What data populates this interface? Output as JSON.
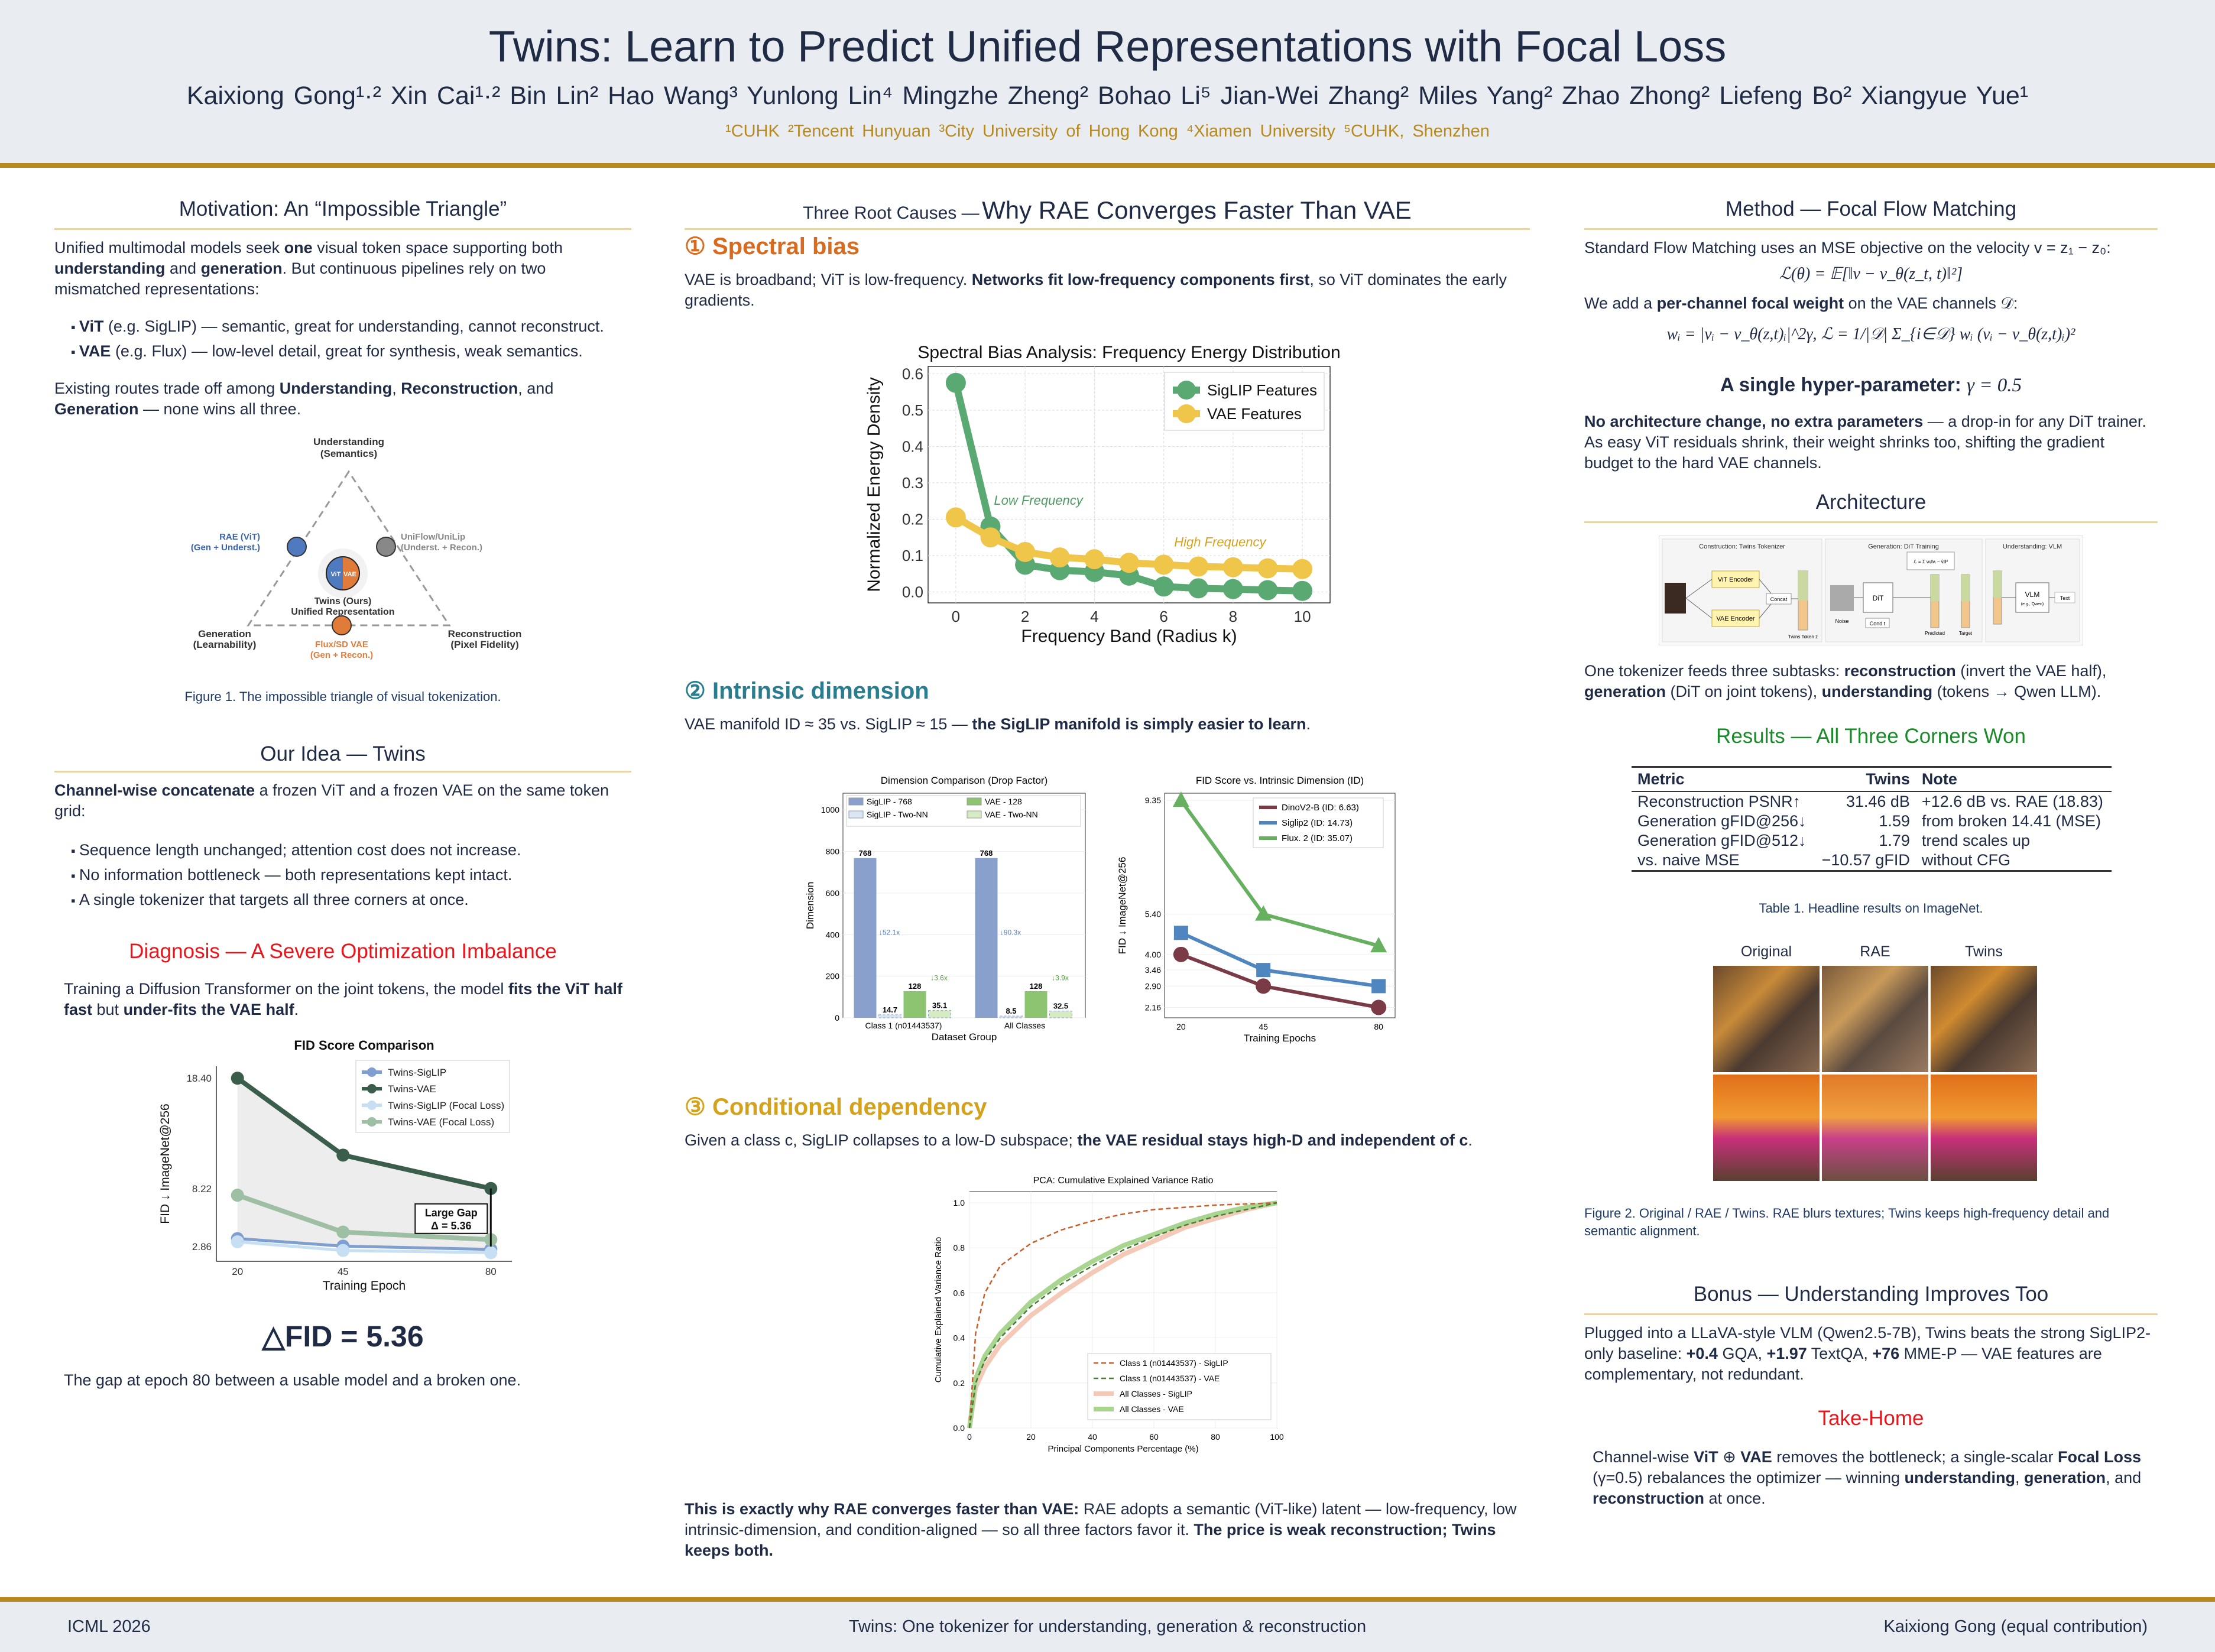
{
  "header": {
    "title": "Twins: Learn to Predict Unified Representations with Focal Loss",
    "authors": "Kaixiong Gong¹·² Xin Cai¹·² Bin Lin² Hao Wang³ Yunlong Lin⁴ Mingzhe Zheng² Bohao Li⁵ Jian-Wei Zhang² Miles Yang² Zhao Zhong² Liefeng Bo² Xiangyue Yue¹",
    "affiliations": "¹CUHK ²Tencent Hunyuan ³City University of Hong Kong ⁴Xiamen University ⁵CUHK, Shenzhen"
  },
  "footer": {
    "left": "ICML 2026",
    "center": "Twins: One tokenizer for understanding, generation & reconstruction",
    "right": "Kaixiong Gong (equal contribution)"
  },
  "col1": {
    "motivation_title": "Motivation: An “Impossible Triangle”",
    "motivation_p1_a": "Unified multimodal models seek ",
    "motivation_p1_b": "one",
    "motivation_p1_c": " visual token space supporting both ",
    "motivation_p1_d": "understanding",
    "motivation_p1_e": " and ",
    "motivation_p1_f": "generation",
    "motivation_p1_g": ". But continuous pipelines rely on two mismatched representations:",
    "bullet1_b": "ViT",
    "bullet1": " (e.g. SigLIP) — semantic, great for understanding, cannot reconstruct.",
    "bullet2_b": "VAE",
    "bullet2": " (e.g. Flux) — low-level detail, great for synthesis, weak semantics.",
    "motivation_p2_a": "Existing routes trade off among ",
    "motivation_p2_b": "Understanding",
    "motivation_p2_c": ", ",
    "motivation_p2_d": "Reconstruction",
    "motivation_p2_e": ", and ",
    "motivation_p2_f": "Generation",
    "motivation_p2_g": " — none wins all three.",
    "triangle": {
      "top": "Understanding",
      "top_sub": "(Semantics)",
      "left_node": "RAE (ViT)",
      "left_node_sub": "(Gen + Underst.)",
      "right_node": "UniFlow/UniLip",
      "right_node_sub": "(Underst. + Recon.)",
      "center": "Twins (Ours)",
      "center_sub": "Unified Representation",
      "vit": "ViT",
      "vae": "VAE",
      "bl": "Generation",
      "bl_sub": "(Learnability)",
      "br": "Reconstruction",
      "br_sub": "(Pixel Fidelity)",
      "bottom_node": "Flux/SD VAE",
      "bottom_node_sub": "(Gen + Recon.)"
    },
    "fig1_caption": "Figure 1. The impossible triangle of visual tokenization.",
    "idea_title": "Our Idea — Twins",
    "idea_p1_b": "Channel-wise concatenate",
    "idea_p1": " a frozen ViT and a frozen VAE on the same token grid:",
    "idea_b1": "Sequence length unchanged; attention cost does not increase.",
    "idea_b2": "No information bottleneck — both representations kept intact.",
    "idea_b3": "A single tokenizer that targets all three corners at once.",
    "diag_title": "Diagnosis — A Severe Optimization Imbalance",
    "diag_p_a": "Training a Diffusion Transformer on the joint tokens, the model ",
    "diag_p_b": "fits the ViT half fast",
    "diag_p_c": " but ",
    "diag_p_d": "under-fits the VAE half",
    "diag_p_e": ".",
    "delta_fid": "△FID = 5.36",
    "gap_text": "The gap at epoch 80 between a usable model and a broken one."
  },
  "col2": {
    "title_small": "Three Root Causes —",
    "title_big": "Why RAE Converges Faster Than VAE",
    "s1_num": "①",
    "s1_title": "Spectral bias",
    "s1_p_a": "VAE is broadband; ViT is low-frequency. ",
    "s1_p_b": "Networks fit low-frequency components first",
    "s1_p_c": ", so ViT dominates the early gradients.",
    "s2_num": "②",
    "s2_title": "Intrinsic dimension",
    "s2_p_a": "VAE manifold ID ≈ 35 vs. SigLIP ≈ 15 — ",
    "s2_p_b": "the SigLIP manifold is simply easier to learn",
    "s2_p_c": ".",
    "s3_num": "③",
    "s3_title": "Conditional dependency",
    "s3_p_a": "Given a class c, SigLIP collapses to a low-D subspace; ",
    "s3_p_b": "the VAE residual stays high-D and independent of c",
    "s3_p_c": ".",
    "final_b": "This is exactly why RAE converges faster than VAE:",
    "final": " RAE adopts a semantic (ViT-like) latent — low-frequency, low intrinsic-dimension, and condition-aligned — so all three factors favor it. ",
    "final_b2": "The price is weak reconstruction; Twins keeps both."
  },
  "col3": {
    "method_title": "Method — Focal Flow Matching",
    "method_p1": "Standard Flow Matching uses an MSE objective on the velocity v = z₁ − z₀:",
    "eq1": "ℒ(θ) = 𝔼[‖v − v_θ(z_t, t)‖²]",
    "method_p2_a": "We add a ",
    "method_p2_b": "per-channel focal weight",
    "method_p2_c": " on the VAE channels 𝒟:",
    "eq2": "wᵢ = |vᵢ − v_θ(z,t)ᵢ|^2γ,     ℒ = 1/|𝒟| Σ_{i∈𝒟} wᵢ (vᵢ − v_θ(z,t)ᵢ)²",
    "hyper_b": "A single hyper-parameter:",
    "hyper_eq": "γ = 0.5",
    "method_p3_b": "No architecture change, no extra parameters",
    "method_p3": " — a drop-in for any DiT trainer. As easy ViT residuals shrink, their weight shrinks too, shifting the gradient budget to the hard VAE channels.",
    "arch_title": "Architecture",
    "arch": {
      "panel1": "Construction: Twins Tokenizer",
      "panel2": "Generation: DiT Training",
      "panel3": "Understanding: VLM",
      "vit_enc": "ViT Encoder",
      "vae_enc": "VAE Encoder",
      "concat": "Concat",
      "twins_token": "Twins Token z",
      "noise": "Noise",
      "dit": "DiT",
      "cond": "Cond t",
      "predicted": "Predicted",
      "target": "Target",
      "vlm": "VLM",
      "vlm_sub": "(e.g., Qwen)",
      "text": "Text"
    },
    "arch_p_a": "One tokenizer feeds three subtasks: ",
    "arch_p_b": "reconstruction",
    "arch_p_c": " (invert the VAE half), ",
    "arch_p_d": "generation",
    "arch_p_e": " (DiT on joint tokens), ",
    "arch_p_f": "understanding",
    "arch_p_g": " (tokens → Qwen LLM).",
    "results_title": "Results — All Three Corners Won",
    "table": {
      "headers": [
        "Metric",
        "Twins",
        "Note"
      ],
      "rows": [
        [
          "Reconstruction PSNR↑",
          "31.46 dB",
          "+12.6 dB vs. RAE (18.83)"
        ],
        [
          "Generation gFID@256↓",
          "1.59",
          "from broken 14.41 (MSE)"
        ],
        [
          "Generation gFID@512↓",
          "1.79",
          "trend scales up"
        ],
        [
          "vs. naive MSE",
          "−10.57 gFID",
          "without CFG"
        ]
      ]
    },
    "table_caption": "Table 1. Headline results on ImageNet.",
    "fig2_labels": [
      "Original",
      "RAE",
      "Twins"
    ],
    "fig2_caption": "Figure 2. Original / RAE / Twins. RAE blurs textures; Twins keeps high-frequency detail and semantic alignment.",
    "bonus_title": "Bonus — Understanding Improves Too",
    "bonus_p_a": "Plugged into a LLaVA-style VLM (Qwen2.5-7B), Twins beats the strong SigLIP2-only baseline: ",
    "bonus_p_b": "+0.4",
    "bonus_p_c": " GQA, ",
    "bonus_p_d": "+1.97",
    "bonus_p_e": " TextQA, ",
    "bonus_p_f": "+76",
    "bonus_p_g": " MME-P — VAE features are complementary, not redundant.",
    "take_title": "Take-Home",
    "take_p_a": "Channel-wise ",
    "take_p_b": "ViT",
    "take_p_c": " ⊕ ",
    "take_p_d": "VAE",
    "take_p_e": " removes the bottleneck; a single-scalar ",
    "take_p_f": "Focal Loss",
    "take_p_g": " (γ=0.5) rebalances the optimizer — winning ",
    "take_p_h": "understanding",
    "take_p_i": ", ",
    "take_p_j": "generation",
    "take_p_k": ", and ",
    "take_p_l": "reconstruction",
    "take_p_m": " at once."
  },
  "chart_data": [
    {
      "id": "fid_comparison",
      "type": "line",
      "title": "FID Score Comparison",
      "xlabel": "Training Epoch",
      "ylabel": "FID ↓ ImageNet@256",
      "x": [
        20,
        45,
        80
      ],
      "yticks": [
        2.86,
        8.22,
        18.4
      ],
      "ylim": [
        1.5,
        19.5
      ],
      "series": [
        {
          "name": "Twins-SigLIP",
          "color": "#7f9fd0",
          "values": [
            3.6,
            2.9,
            2.6
          ]
        },
        {
          "name": "Twins-VAE",
          "color": "#3b5e4c",
          "values": [
            18.4,
            11.3,
            8.22
          ]
        },
        {
          "name": "Twins-SigLIP (Focal Loss)",
          "color": "#c7dff2",
          "values": [
            3.3,
            2.5,
            2.3
          ]
        },
        {
          "name": "Twins-VAE (Focal Loss)",
          "color": "#9fbfa4",
          "values": [
            7.6,
            4.2,
            3.5
          ]
        }
      ],
      "annotation": "Large Gap",
      "annotation_value": "Δ = 5.36"
    },
    {
      "id": "spectral_bias",
      "type": "line",
      "title": "Spectral Bias Analysis: Frequency Energy Distribution",
      "xlabel": "Frequency Band (Radius k)",
      "ylabel": "Normalized Energy Density",
      "x": [
        0,
        1,
        2,
        3,
        4,
        5,
        6,
        7,
        8,
        9,
        10
      ],
      "xticks": [
        0,
        2,
        4,
        6,
        8,
        10
      ],
      "yticks": [
        0.0,
        0.1,
        0.2,
        0.3,
        0.4,
        0.5,
        0.6
      ],
      "ylim": [
        -0.03,
        0.62
      ],
      "series": [
        {
          "name": "SigLIP Features",
          "color": "#5aa872",
          "values": [
            0.575,
            0.18,
            0.075,
            0.06,
            0.055,
            0.045,
            0.015,
            0.01,
            0.008,
            0.005,
            0.003
          ]
        },
        {
          "name": "VAE Features",
          "color": "#f0c64a",
          "values": [
            0.205,
            0.15,
            0.11,
            0.095,
            0.09,
            0.08,
            0.075,
            0.07,
            0.068,
            0.065,
            0.063
          ]
        }
      ],
      "annotations": [
        "Low Frequency",
        "High Frequency"
      ]
    },
    {
      "id": "dimension_comparison",
      "type": "bar",
      "title": "Dimension Comparison (Drop Factor)",
      "xlabel": "Dataset Group",
      "ylabel": "Dimension",
      "categories": [
        "Class 1 (n01443537)",
        "All Classes"
      ],
      "yticks": [
        0,
        200,
        400,
        600,
        800,
        1000
      ],
      "ylim": [
        0,
        1080
      ],
      "series": [
        {
          "name": "SigLIP - 768",
          "color": "#8aa0cc",
          "values": [
            768,
            768
          ]
        },
        {
          "name": "SigLIP - Two-NN",
          "color": "#dbe6f5",
          "values": [
            14.7,
            8.5
          ]
        },
        {
          "name": "VAE - 128",
          "color": "#8cc470",
          "values": [
            128,
            128
          ]
        },
        {
          "name": "VAE - Two-NN",
          "color": "#d6ebc4",
          "values": [
            35.1,
            32.5
          ]
        }
      ],
      "drop_labels": [
        "↓52.1x",
        "↓90.3x",
        "↓3.6x",
        "↓3.9x"
      ]
    },
    {
      "id": "fid_vs_id",
      "type": "line",
      "title": "FID Score vs. Intrinsic Dimension (ID)",
      "xlabel": "Training Epochs",
      "ylabel": "FID ↓ ImageNet@256",
      "x": [
        20,
        45,
        80
      ],
      "yticks": [
        2.16,
        2.9,
        3.46,
        4.0,
        5.4,
        9.35
      ],
      "ylim": [
        1.8,
        9.6
      ],
      "series": [
        {
          "name": "DinoV2-B (ID: 6.63)",
          "color": "#7a3b46",
          "values": [
            4.0,
            2.9,
            2.16
          ]
        },
        {
          "name": "Siglip2 (ID: 14.73)",
          "color": "#4f86c0",
          "values": [
            4.75,
            3.46,
            2.9
          ]
        },
        {
          "name": "Flux. 2 (ID: 35.07)",
          "color": "#66b060",
          "values": [
            9.35,
            5.4,
            4.3
          ]
        }
      ]
    },
    {
      "id": "pca_variance",
      "type": "line",
      "title": "PCA: Cumulative Explained Variance Ratio",
      "xlabel": "Principal Components Percentage (%)",
      "ylabel": "Cumulative Explained Variance Ratio",
      "x": [
        0,
        2,
        5,
        10,
        20,
        30,
        40,
        50,
        60,
        70,
        80,
        90,
        100
      ],
      "xticks": [
        0,
        20,
        40,
        60,
        80,
        100
      ],
      "yticks": [
        0.0,
        0.2,
        0.4,
        0.6,
        0.8,
        1.0
      ],
      "ylim": [
        0,
        1.05
      ],
      "series": [
        {
          "name": "Class 1 (n01443537) - SigLIP",
          "color": "#c9602a",
          "dash": true,
          "values": [
            0,
            0.42,
            0.6,
            0.72,
            0.82,
            0.88,
            0.92,
            0.95,
            0.97,
            0.98,
            0.99,
            0.995,
            1.0
          ]
        },
        {
          "name": "Class 1 (n01443537) - VAE",
          "color": "#4a7a36",
          "dash": true,
          "values": [
            0,
            0.2,
            0.3,
            0.4,
            0.54,
            0.64,
            0.72,
            0.79,
            0.85,
            0.9,
            0.94,
            0.97,
            1.0
          ]
        },
        {
          "name": "All Classes - SigLIP",
          "color": "#f4c9b8",
          "dash": false,
          "values": [
            0,
            0.18,
            0.27,
            0.37,
            0.5,
            0.6,
            0.69,
            0.77,
            0.83,
            0.89,
            0.93,
            0.97,
            1.0
          ]
        },
        {
          "name": "All Classes - VAE",
          "color": "#a8d590",
          "dash": false,
          "values": [
            0,
            0.22,
            0.32,
            0.42,
            0.56,
            0.66,
            0.74,
            0.81,
            0.86,
            0.91,
            0.95,
            0.98,
            1.0
          ]
        }
      ]
    }
  ]
}
